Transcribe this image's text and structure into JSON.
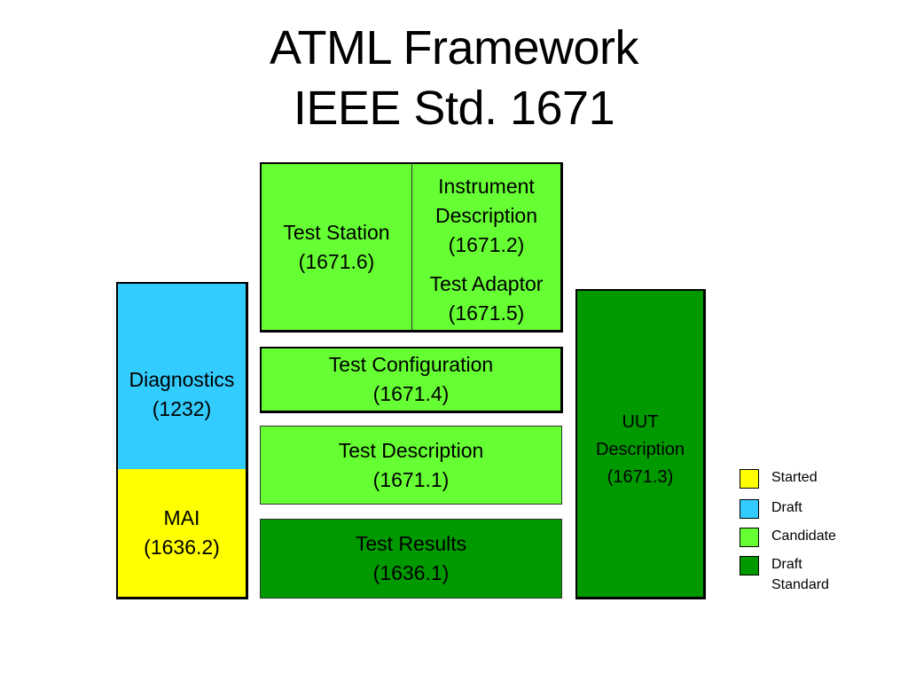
{
  "title": {
    "line1": "ATML Framework",
    "line2": "IEEE Std. 1671"
  },
  "colors": {
    "started": "#ffff00",
    "draft": "#33ccff",
    "candidate": "#66ff33",
    "draft_standard": "#009900"
  },
  "blocks": {
    "test_station": {
      "name": "Test Station",
      "number": "(1671.6)",
      "status": "candidate"
    },
    "instrument_description": {
      "line1": "Instrument",
      "line2": "Description",
      "number": "(1671.2)",
      "status": "candidate"
    },
    "test_adaptor": {
      "name": "Test Adaptor",
      "number": "(1671.5)",
      "status": "candidate"
    },
    "test_configuration": {
      "name": "Test Configuration",
      "number": "(1671.4)",
      "status": "candidate"
    },
    "test_description": {
      "name": "Test Description",
      "number": "(1671.1)",
      "status": "candidate"
    },
    "test_results": {
      "name": "Test Results",
      "number": "(1636.1)",
      "status": "draft_standard"
    },
    "diagnostics": {
      "name": "Diagnostics",
      "number": "(1232)",
      "status": "draft"
    },
    "mai": {
      "name": "MAI",
      "number": "(1636.2)",
      "status": "started"
    },
    "uut_description": {
      "line1": "UUT",
      "line2": "Description",
      "number": "(1671.3)",
      "status": "draft_standard"
    }
  },
  "legend": [
    {
      "label": "Started",
      "color": "#ffff00"
    },
    {
      "label": "Draft",
      "color": "#33ccff"
    },
    {
      "label": "Candidate",
      "color": "#66ff33"
    },
    {
      "label": "Draft",
      "label2": "Standard",
      "color": "#009900"
    }
  ]
}
